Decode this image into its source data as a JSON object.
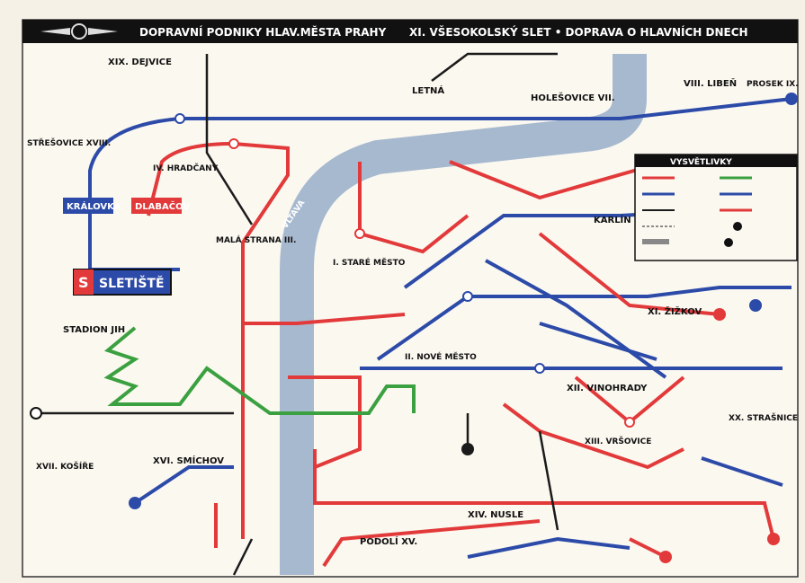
{
  "header": {
    "title": "DOPRAVNÍ PODNIKY HLAV.MĚSTA PRAHY",
    "subtitle": "XI. VŠESOKOLSKÝ SLET • DOPRAVA O HLAVNÍCH DNECH"
  },
  "colors": {
    "tram_red": "#e23a3a",
    "tram_blue": "#2c4aa8",
    "bus_green": "#3aa040",
    "river": "#a7b9cf",
    "paper": "#f6f1e6",
    "header_bg": "#111111"
  },
  "districts": {
    "dejvice": "XIX. DEJVICE",
    "letna": "LETNÁ",
    "holesovice": "HOLEŠOVICE VII.",
    "liben": "VIII. LIBEŇ",
    "prosek": "PROSEK IX.",
    "karlin": "KARLÍN",
    "strecovice": "STŘEŠOVICE XVIII.",
    "hradcany": "IV. HRADČANY",
    "mala_strana": "MALÁ STRANA III.",
    "stare_mesto": "I. STARÉ MĚSTO",
    "nove_mesto": "II. NOVÉ MĚSTO",
    "vinohrady": "XII. VINOHRADY",
    "zizkov": "XI. ŽIŽKOV",
    "strasnice": "XX. STRAŠNICE",
    "vrsovice": "XIII. VRŠOVICE",
    "smichov": "XVI. SMÍCHOV",
    "kosire": "XVII. KOŠÍŘE",
    "nusle": "XIV. NUSLE",
    "podoli": "PODOLÍ XV."
  },
  "places": {
    "kralovka": "KRÁLOVKA",
    "dlabacov": "DLABAČOV",
    "sletiste": "SLETIŠTĚ",
    "stadion_jih": "STADION JIH",
    "vltava": "VLTAVA"
  },
  "legend": {
    "title": "VYSVĚTLIVKY"
  }
}
